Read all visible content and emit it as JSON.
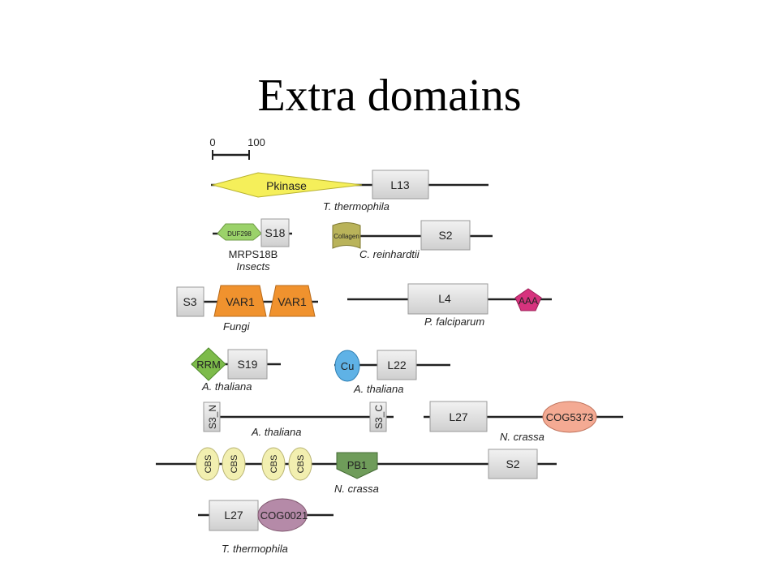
{
  "title": "Extra domains",
  "scale_bar": {
    "start": "0",
    "end": "100"
  },
  "colors": {
    "pkinase": "#f5ef5a",
    "duf298": "#9bd26a",
    "collagen": "#b9b35a",
    "var1": "#f0922e",
    "aaa": "#d6337e",
    "rrm": "#7dbb4a",
    "cu": "#5fb2e6",
    "cbs": "#f2efb0",
    "pb1": "#6f9c5a",
    "cog5373": "#f4aa93",
    "cog0021": "#b58aa8",
    "box": "#d8d8d8"
  },
  "rows": {
    "r1": {
      "pkinase": "Pkinase",
      "l13": "L13",
      "species": "T. thermophila"
    },
    "r2": {
      "duf298": "DUF298",
      "s18": "S18",
      "name": "MRPS18B",
      "species_a": "Insects",
      "collagen": "Collagen",
      "s2": "S2",
      "species_b": "C. reinhardtii"
    },
    "r3": {
      "s3": "S3",
      "var1_a": "VAR1",
      "var1_b": "VAR1",
      "species_a": "Fungi",
      "l4": "L4",
      "aaa": "AAA",
      "species_b": "P. falciparum"
    },
    "r4": {
      "rrm": "RRM",
      "s19": "S19",
      "species_a": "A. thaliana",
      "cu": "Cu",
      "l22": "L22",
      "species_b": "A. thaliana"
    },
    "r5": {
      "s3n": "S3_N",
      "s3c": "S3_C",
      "species_a": "A. thaliana",
      "l27": "L27",
      "cog5373": "COG5373",
      "species_b": "N. crassa"
    },
    "r6": {
      "cbs": "CBS",
      "pb1": "PB1",
      "s2": "S2",
      "species": "N. crassa"
    },
    "r7": {
      "l27": "L27",
      "cog0021": "COG0021",
      "species": "T. thermophila"
    }
  }
}
